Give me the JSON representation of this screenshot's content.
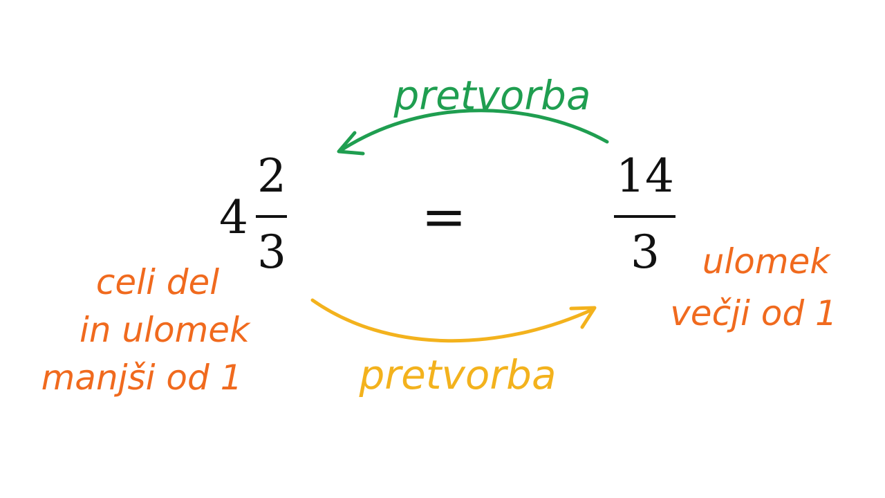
{
  "colors": {
    "ink": "#111111",
    "orange": "#f06a1e",
    "green": "#1f9e50",
    "yellow": "#f3b21d",
    "background": "#ffffff"
  },
  "mixed_number": {
    "whole": "4",
    "numerator": "2",
    "denominator": "3"
  },
  "equals_sign": "=",
  "improper_fraction": {
    "numerator": "14",
    "denominator": "3"
  },
  "top_arrow": {
    "label": "pretvorba",
    "direction": "right-to-left",
    "icon": "curved-arrow-left-icon"
  },
  "bottom_arrow": {
    "label": "pretvorba",
    "direction": "left-to-right",
    "icon": "curved-arrow-right-icon"
  },
  "left_note": {
    "lines": [
      "celi del",
      "in ulomek",
      "manjši od 1"
    ]
  },
  "right_note": {
    "lines": [
      "ulomek",
      "večji od 1"
    ]
  }
}
